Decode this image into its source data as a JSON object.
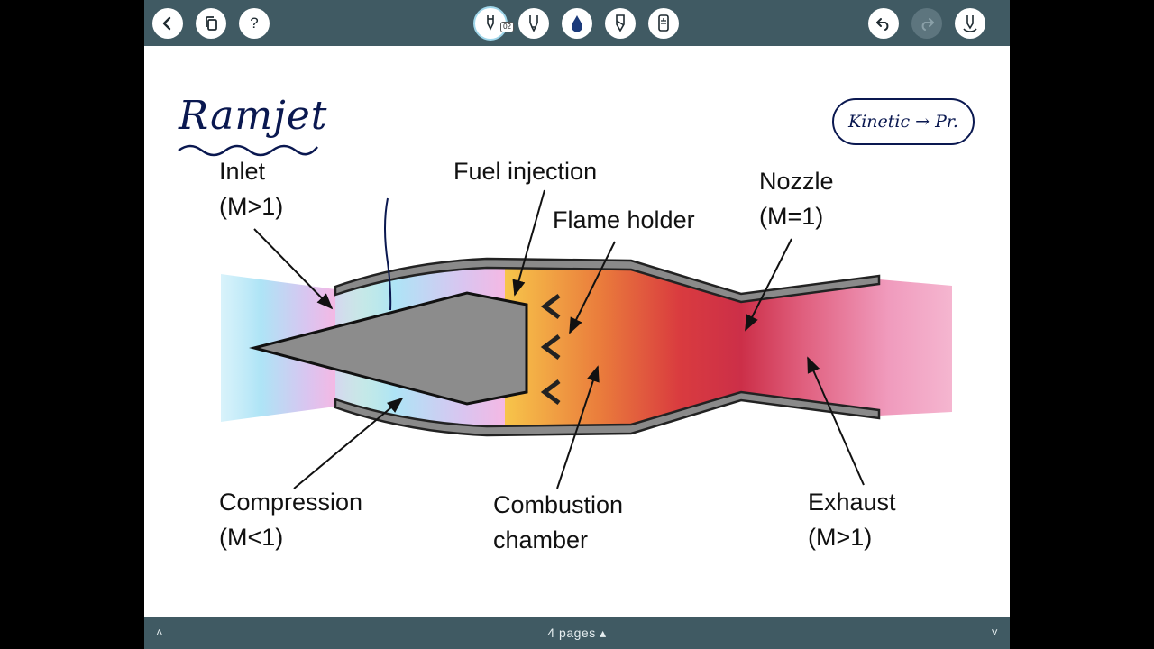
{
  "toolbar": {
    "left": [
      {
        "name": "back-button",
        "glyph": "‹"
      },
      {
        "name": "pages-button",
        "glyph": "⧉"
      },
      {
        "name": "help-button",
        "glyph": "?"
      }
    ],
    "pen_badge": "02",
    "right": [
      {
        "name": "undo-button",
        "glyph": "↶"
      },
      {
        "name": "redo-button",
        "glyph": "↷"
      }
    ]
  },
  "note": {
    "title": "Ramjet",
    "annotation": "Kinetic → Pr."
  },
  "diagram": {
    "labels": {
      "inlet": "Inlet\n(M>1)",
      "fuel_injection": "Fuel injection",
      "flame_holder": "Flame holder",
      "nozzle": "Nozzle\n(M=1)",
      "compression": "Compression\n(M<1)",
      "combustion": "Combustion\nchamber",
      "exhaust": "Exhaust\n(M>1)"
    }
  },
  "footer": {
    "pages_label": "4 pages ▴",
    "left_chevron": "˄",
    "right_chevron": "˅"
  }
}
